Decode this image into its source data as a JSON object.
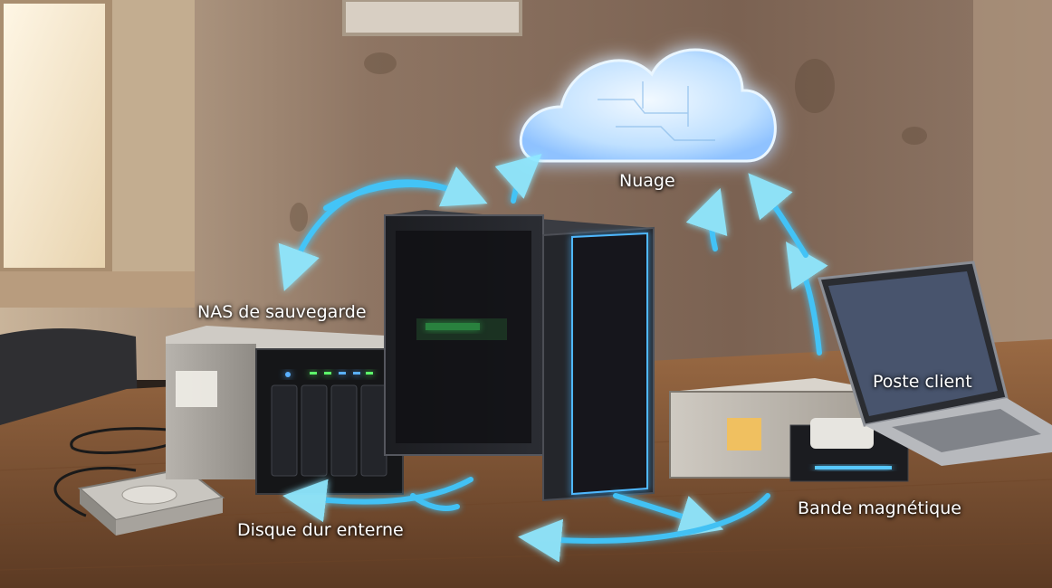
{
  "labels": {
    "cloud": "Nuage",
    "nas": "NAS de sauvegarde",
    "client": "Poste client",
    "external_disk": "Disque dur enterne",
    "tape": "Bande magnétique"
  },
  "colors": {
    "arrow_glow": "#3fc8ff",
    "arrow_core": "#7fe4ff",
    "cloud_fill": "#cfe8ff",
    "wall": "#8a7160",
    "desk": "#8b5a36"
  }
}
